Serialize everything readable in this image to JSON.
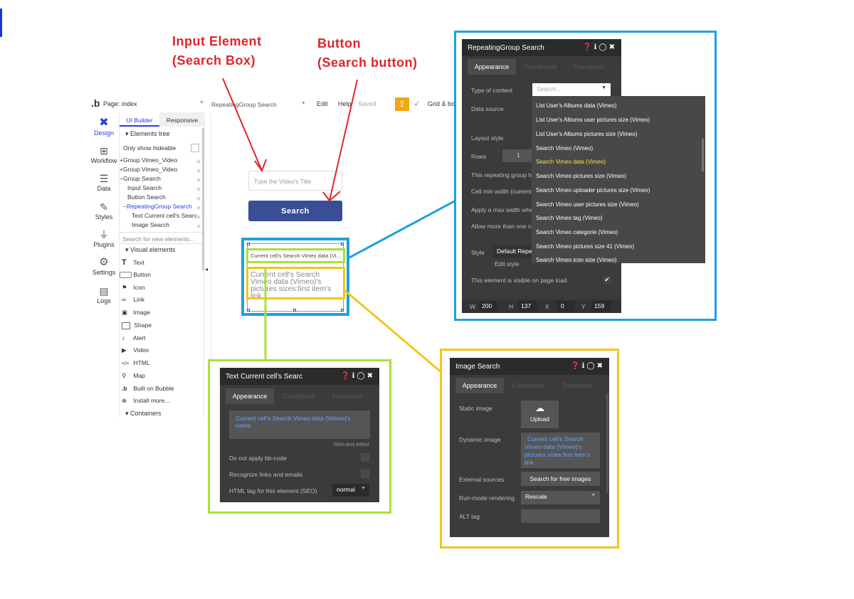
{
  "annotations": {
    "input_line1": "Input Element",
    "input_line2": "(Search Box)",
    "button_line1": "Button",
    "button_line2": "(Search button)"
  },
  "editor": {
    "page_label": "Page: index",
    "element_select": "RepeatingGroup Search",
    "menu_edit": "Edit",
    "menu_help": "Help",
    "saved": "Saved",
    "grid": "Grid & bo"
  },
  "left_nav": [
    {
      "label": "Design",
      "icon": "design-icon"
    },
    {
      "label": "Workflow",
      "icon": "workflow-icon"
    },
    {
      "label": "Data",
      "icon": "database-icon"
    },
    {
      "label": "Styles",
      "icon": "brush-icon"
    },
    {
      "label": "Plugins",
      "icon": "plug-icon"
    },
    {
      "label": "Settings",
      "icon": "gear-icon"
    },
    {
      "label": "Logs",
      "icon": "document-icon"
    }
  ],
  "builder_tabs": {
    "ui_builder": "UI Builder",
    "responsive": "Responsive"
  },
  "elements_tree": {
    "header": "Elements tree",
    "only_show_hideable": "Only show hideable",
    "items": [
      "+Group Vimeo_Video",
      "+Group Vimeo_Video",
      "−Group Search",
      "Input Search",
      "Button Search",
      "−RepeatingGroup Search",
      "Text Current cell's Searc",
      "Image Search"
    ],
    "search_placeholder": "Search for new elements...",
    "visual_header": "Visual elements",
    "visual_items": [
      "Text",
      "Button",
      "Icon",
      "Link",
      "Image",
      "Shape",
      "Alert",
      "Video",
      "HTML",
      "Map",
      "Built on Bubble",
      "Install more..."
    ],
    "containers_header": "Containers"
  },
  "canvas": {
    "input_placeholder": "Type the Video's Title",
    "search_button": "Search",
    "rg_text": "Current cell's Search Vimeo data (Vi...",
    "rg_image_text": "Current cell's Search Vimeo data (Vimeo)'s pictures sizes:first item's link"
  },
  "rg_panel": {
    "title": "RepeatingGroup Search",
    "tabs": [
      "Appearance",
      "Conditional",
      "Transitions"
    ],
    "type_of_content": "Type of content",
    "type_placeholder": "Search...",
    "data_source": "Data source",
    "layout_style": "Layout style",
    "rows": "Rows",
    "rows_value": "1",
    "group_has": "This repeating group ha",
    "cell_min_width": "Cell min width (current",
    "max_width": "Apply a max width whe",
    "allow_more": "Allow more than one co",
    "style": "Style",
    "style_value": "Default Repea",
    "edit_style": "Edit style",
    "visible_on_load": "This element is visible on page load",
    "w_label": "W",
    "w": "200",
    "h_label": "H",
    "h": "137",
    "x_label": "X",
    "x": "0",
    "y_label": "Y",
    "y": "159",
    "dropdown_options": [
      "List User's Albums data (Vimeo)",
      "List User's Albums user pictures size (Vimeo)",
      "List User's Albums pictures size (Vimeo)",
      "Search Vimeo (Vimeo)",
      "Search Vimeo data (Vimeo)",
      "Search Vimeo pictures size (Vimeo)",
      "Search Vimeo uploader pictures size (Vimeo)",
      "Search Vimeo user pictures size (Vimeo)",
      "Search Vimeo tag (Vimeo)",
      "Search Vimeo categorie (Vimeo)",
      "Search Vimeo pictures size 41 (Vimeo)",
      "Search Vimeo icon size (Vimeo)"
    ],
    "highlight_color": "#f5e342"
  },
  "text_panel": {
    "title": "Text Current cell's Searc",
    "tabs": [
      "Appearance",
      "Conditional",
      "Transitions"
    ],
    "content": "Current cell's Search Vimeo data (Vimeo)'s name",
    "rich_text": "Rich text editor",
    "bbcode": "Do not apply bb-code",
    "links": "Recognize links and emails",
    "html_tag": "HTML tag for this element (SEO)",
    "html_tag_value": "normal"
  },
  "image_panel": {
    "title": "Image Search",
    "tabs": [
      "Appearance",
      "Conditional",
      "Transitions"
    ],
    "static_image": "Static image",
    "upload": "Upload",
    "dynamic_image": "Dynamic image",
    "dynamic_value": "Current cell's Search Vimeo data (Vimeo)'s pictures sizes:first item's link",
    "external_sources": "External sources",
    "free_images": "Search for free images",
    "run_mode": "Run-mode rendering",
    "run_mode_value": "Rescale",
    "alt_tag": "ALT tag"
  },
  "colors": {
    "annotation_red": "#e0252b",
    "blue_frame": "#1ea1e0",
    "green_frame": "#a8e03a",
    "yellow_frame": "#f5c518",
    "bubble_blue": "#3a4e96",
    "link_blue": "#5fa8ff"
  }
}
